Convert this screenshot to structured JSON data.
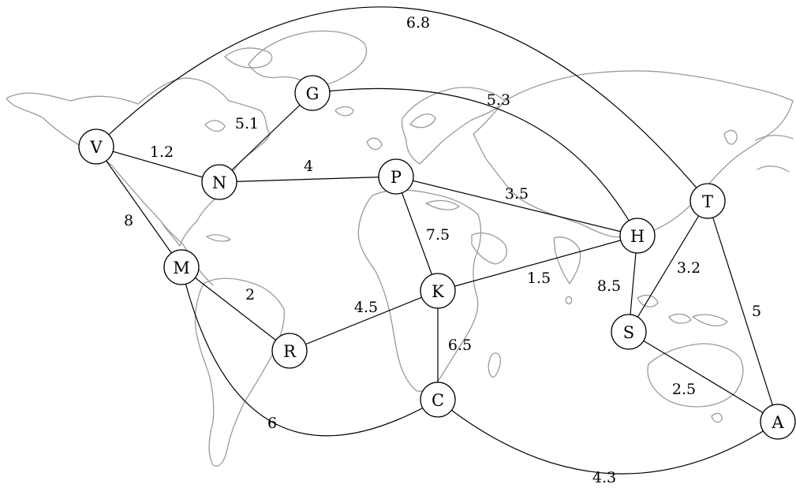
{
  "map": {
    "land_color": "#9a9a9a",
    "line_color": "#000000"
  },
  "nodes": [
    {
      "id": "V",
      "label": "V"
    },
    {
      "id": "N",
      "label": "N"
    },
    {
      "id": "G",
      "label": "G"
    },
    {
      "id": "P",
      "label": "P"
    },
    {
      "id": "M",
      "label": "M"
    },
    {
      "id": "R",
      "label": "R"
    },
    {
      "id": "K",
      "label": "K"
    },
    {
      "id": "C",
      "label": "C"
    },
    {
      "id": "H",
      "label": "H"
    },
    {
      "id": "S",
      "label": "S"
    },
    {
      "id": "T",
      "label": "T"
    },
    {
      "id": "A",
      "label": "A"
    }
  ],
  "edges": [
    {
      "from": "V",
      "to": "N",
      "weight": "1.2"
    },
    {
      "from": "V",
      "to": "M",
      "weight": "8"
    },
    {
      "from": "V",
      "to": "T",
      "weight": "6.8"
    },
    {
      "from": "N",
      "to": "G",
      "weight": "5.1"
    },
    {
      "from": "N",
      "to": "P",
      "weight": "4"
    },
    {
      "from": "G",
      "to": "H",
      "weight": "5.3"
    },
    {
      "from": "P",
      "to": "H",
      "weight": "3.5"
    },
    {
      "from": "P",
      "to": "K",
      "weight": "7.5"
    },
    {
      "from": "M",
      "to": "R",
      "weight": "2"
    },
    {
      "from": "M",
      "to": "C",
      "weight": "6"
    },
    {
      "from": "R",
      "to": "K",
      "weight": "4.5"
    },
    {
      "from": "K",
      "to": "H",
      "weight": "1.5"
    },
    {
      "from": "K",
      "to": "C",
      "weight": "6.5"
    },
    {
      "from": "C",
      "to": "A",
      "weight": "4.3"
    },
    {
      "from": "H",
      "to": "S",
      "weight": "8.5"
    },
    {
      "from": "T",
      "to": "S",
      "weight": "3.2"
    },
    {
      "from": "T",
      "to": "A",
      "weight": "5"
    },
    {
      "from": "S",
      "to": "A",
      "weight": "2.5"
    }
  ]
}
